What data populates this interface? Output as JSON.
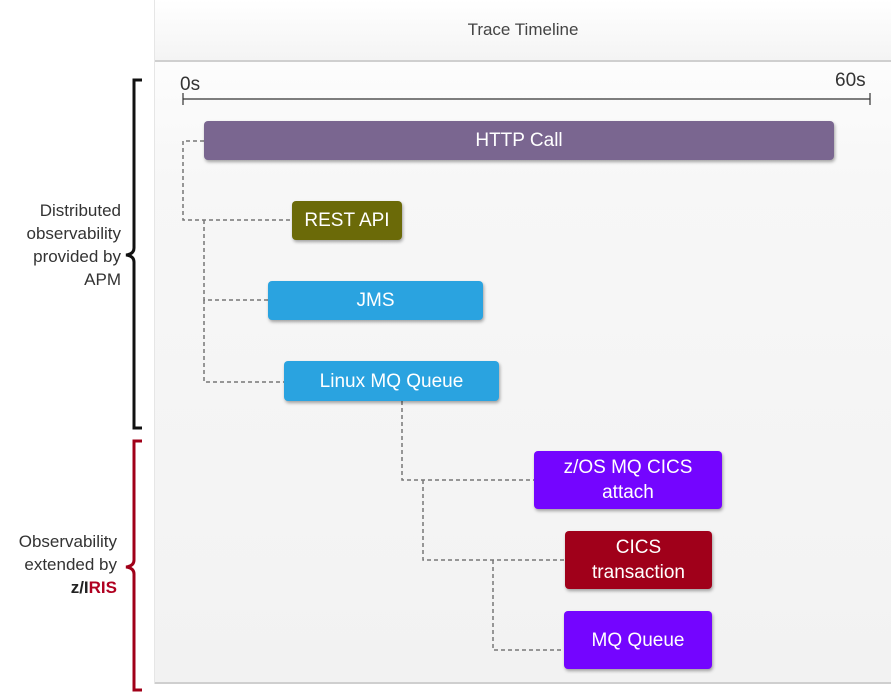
{
  "title": "Trace Timeline",
  "axis": {
    "start_label": "0s",
    "end_label": "60s"
  },
  "spans": [
    {
      "label": "HTTP Call",
      "color": "#7a6690"
    },
    {
      "label": "REST API",
      "color": "#6b6a08"
    },
    {
      "label": "JMS",
      "color": "#2aa3e0"
    },
    {
      "label": "Linux MQ Queue",
      "color": "#2aa3e0"
    },
    {
      "label": "z/OS MQ CICS attach",
      "color": "#7405ff"
    },
    {
      "label": "CICS transaction",
      "color": "#a0001a"
    },
    {
      "label": "MQ Queue",
      "color": "#7405ff"
    }
  ],
  "groups": {
    "apm": {
      "label": "Distributed observability provided by APM",
      "bracket_color": "#111111"
    },
    "ziris": {
      "label_prefix": "Observability extended by",
      "brand_z": "z/I",
      "brand_r": "RIS",
      "bracket_color": "#a00018"
    }
  }
}
